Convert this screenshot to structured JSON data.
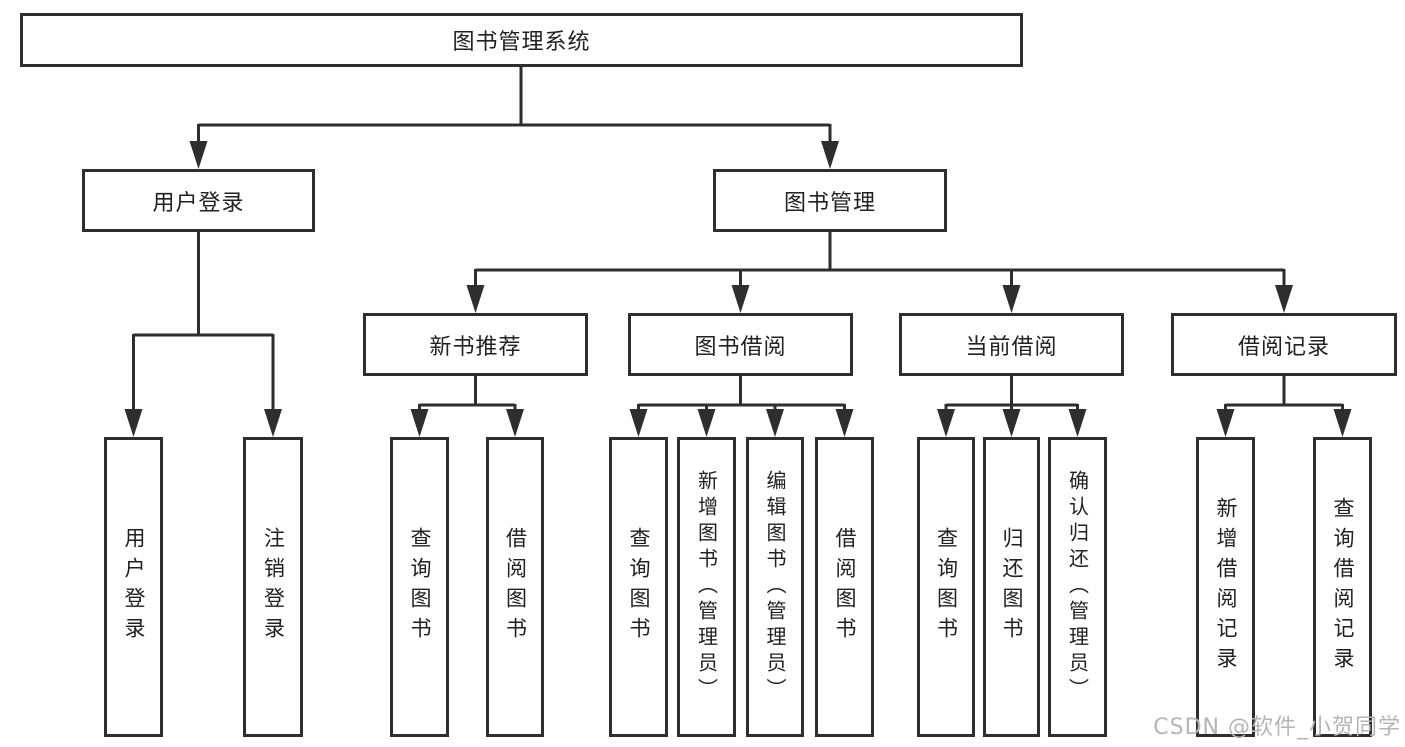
{
  "tree": {
    "root": "图书管理系统",
    "children": [
      {
        "label": "用户登录",
        "children": [
          {
            "label": "用户登录"
          },
          {
            "label": "注销登录"
          }
        ]
      },
      {
        "label": "图书管理",
        "children": [
          {
            "label": "新书推荐",
            "children": [
              {
                "label": "查询图书"
              },
              {
                "label": "借阅图书"
              }
            ]
          },
          {
            "label": "图书借阅",
            "children": [
              {
                "label": "查询图书"
              },
              {
                "label": "新增图书（管理员）"
              },
              {
                "label": "编辑图书（管理员）"
              },
              {
                "label": "借阅图书"
              }
            ]
          },
          {
            "label": "当前借阅",
            "children": [
              {
                "label": "查询图书"
              },
              {
                "label": "归还图书"
              },
              {
                "label": "确认归还（管理员）"
              }
            ]
          },
          {
            "label": "借阅记录",
            "children": [
              {
                "label": "新增借阅记录"
              },
              {
                "label": "查询借阅记录"
              }
            ]
          }
        ]
      }
    ]
  },
  "watermark": "CSDN @软件_小贺同学",
  "colors": {
    "line": "#2e2e2e",
    "text": "#212121",
    "watermark": "#b5b5b5",
    "background": "#ffffff"
  }
}
